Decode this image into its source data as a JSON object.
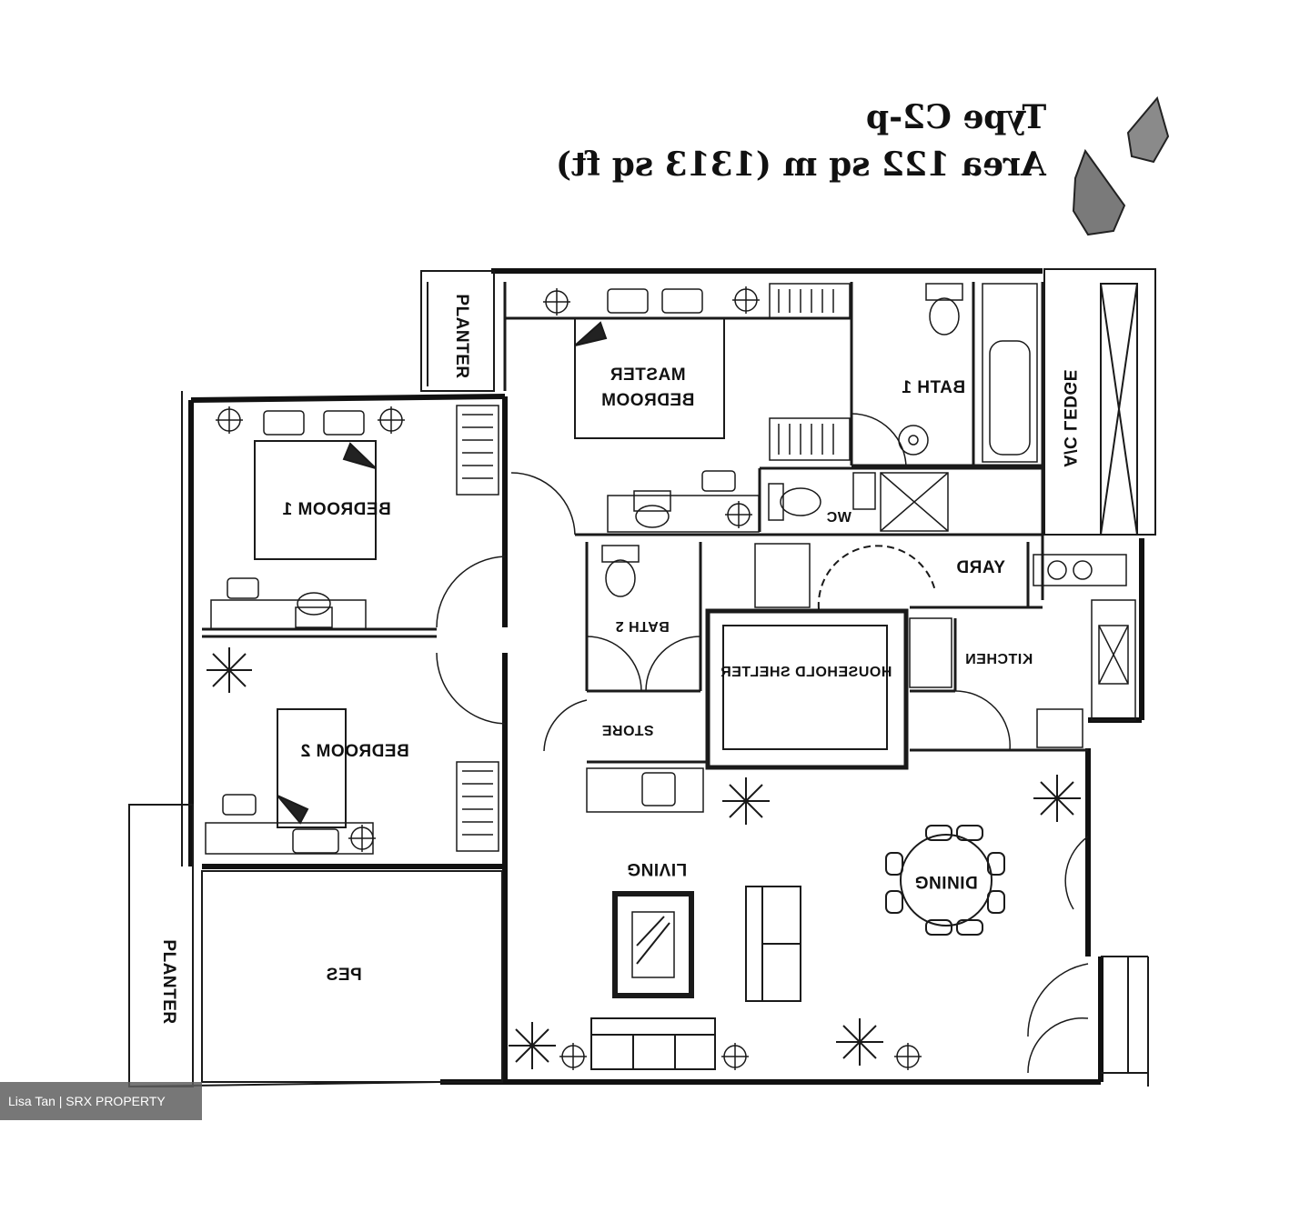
{
  "title": {
    "type_line": "Type C2-p",
    "area_line": "Area 122 sq m (1313 sq ft)"
  },
  "rooms": {
    "master_bedroom_1": "MASTER",
    "master_bedroom_2": "BEDROOM",
    "bath_1": "BATH 1",
    "ac_ledge": "A/C LEDGE",
    "bedroom_1": "BEDROOM 1",
    "wc": "WC",
    "yard": "YARD",
    "bath_2": "BATH 2",
    "kitchen": "KITCHEN",
    "household_shelter": "HOUSEHOLD SHELTER",
    "store": "STORE",
    "bedroom_2": "BEDROOM 2",
    "living": "LIVING",
    "dining": "DINING",
    "pes": "PES",
    "planter_top": "PLANTER",
    "planter_left": "PLANTER"
  },
  "watermark": "Lisa Tan | SRX PROPERTY",
  "colors": {
    "line": "#1a1a1a",
    "wall": "#111111",
    "background": "#ffffff"
  }
}
